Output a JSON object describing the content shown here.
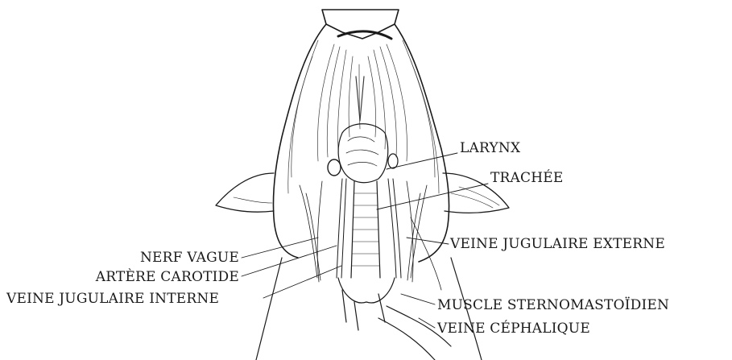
{
  "labels": {
    "larynx": "LARYNX",
    "trachee": "TRACHÉE",
    "veine_jugulaire_externe": "VEINE JUGULAIRE EXTERNE",
    "nerf_vague": "NERF VAGUE",
    "artere_carotide": "ARTÈRE CAROTIDE",
    "veine_jugulaire_interne": "VEINE JUGULAIRE INTERNE",
    "muscle_sternomastoidien": "MUSCLE STERNOMASTOÏDIEN",
    "veine_cephalique": "VEINE CÉPHALIQUE"
  },
  "colors": {
    "ink": "#1a1a1a",
    "background": "#ffffff"
  }
}
